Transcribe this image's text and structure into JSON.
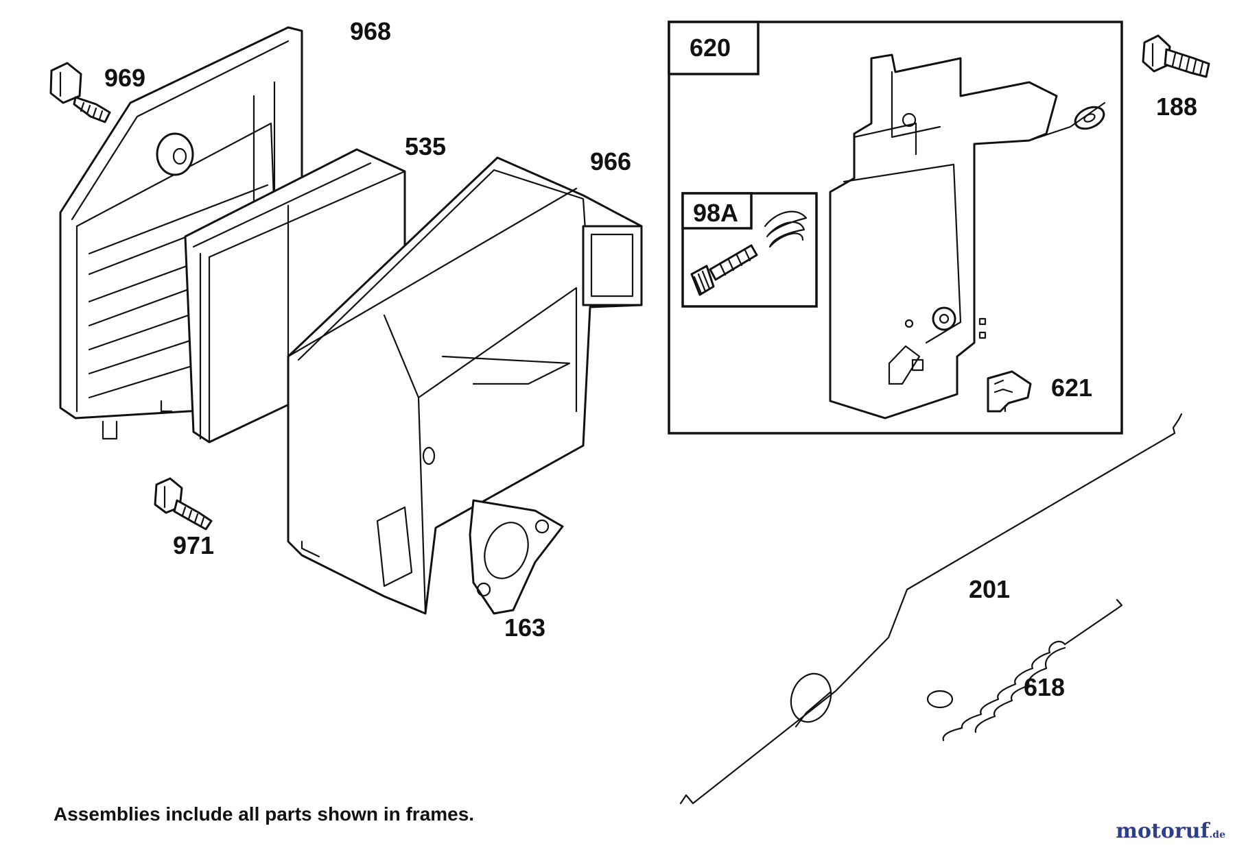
{
  "parts": {
    "p968": "968",
    "p969": "969",
    "p535": "535",
    "p966": "966",
    "p971": "971",
    "p163": "163",
    "p620": "620",
    "p98a": "98A",
    "p188": "188",
    "p621": "621",
    "p201": "201",
    "p618": "618"
  },
  "footer_note": "Assemblies include all parts shown in frames.",
  "watermark": {
    "name": "motoruf",
    "tld": ".de"
  },
  "colors": {
    "line": "#111111",
    "watermark": "#2d3e8f"
  }
}
